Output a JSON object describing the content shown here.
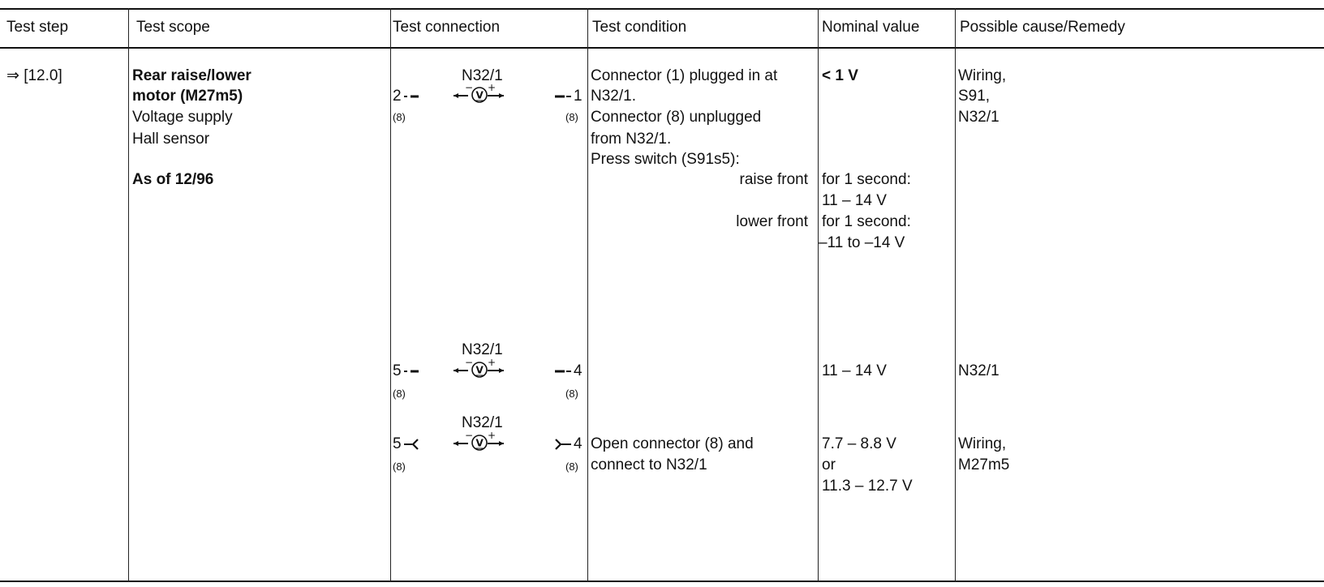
{
  "columns": [
    "Test step",
    "Test scope",
    "Test connection",
    "Test condition",
    "Nominal value",
    "Possible cause/Remedy"
  ],
  "test_step": "⇒ [12.0]",
  "scope": {
    "title_line1": "Rear raise/lower",
    "title_line2": "motor (M27m5)",
    "line3": "Voltage supply",
    "line4": "Hall sensor",
    "as_of": "As of 12/96"
  },
  "connections": [
    {
      "device": "N32/1",
      "left_pin": "2",
      "right_pin": "1",
      "left_sub": "(8)",
      "right_sub": "(8)"
    },
    {
      "device": "N32/1",
      "left_pin": "5",
      "right_pin": "4",
      "left_sub": "(8)",
      "right_sub": "(8)"
    },
    {
      "device": "N32/1",
      "left_pin": "5",
      "right_pin": "4",
      "left_sub": "(8)",
      "right_sub": "(8)"
    }
  ],
  "conditions": {
    "c1": "Connector (1) plugged in at",
    "c2": "N32/1.",
    "c3": "Connector (8) unplugged",
    "c4": "from N32/1.",
    "c5": "Press switch (S91s5):",
    "raise": "raise front",
    "lower": "lower front",
    "open1": "Open connector (8) and",
    "open2": "connect to N32/1"
  },
  "nominal": {
    "n1": "< 1 V",
    "n2": "for 1 second:",
    "n3": "11 – 14 V",
    "n4": "for 1 second:",
    "n5": "–11 to –14 V",
    "n6": "11 – 14 V",
    "n7": "7.7 – 8.8 V",
    "n8": "or",
    "n9": "11.3 – 12.7 V"
  },
  "remedy": {
    "r1": "Wiring,",
    "r2": "S91,",
    "r3": "N32/1",
    "r4": "N32/1",
    "r5": "Wiring,",
    "r6": "M27m5"
  }
}
